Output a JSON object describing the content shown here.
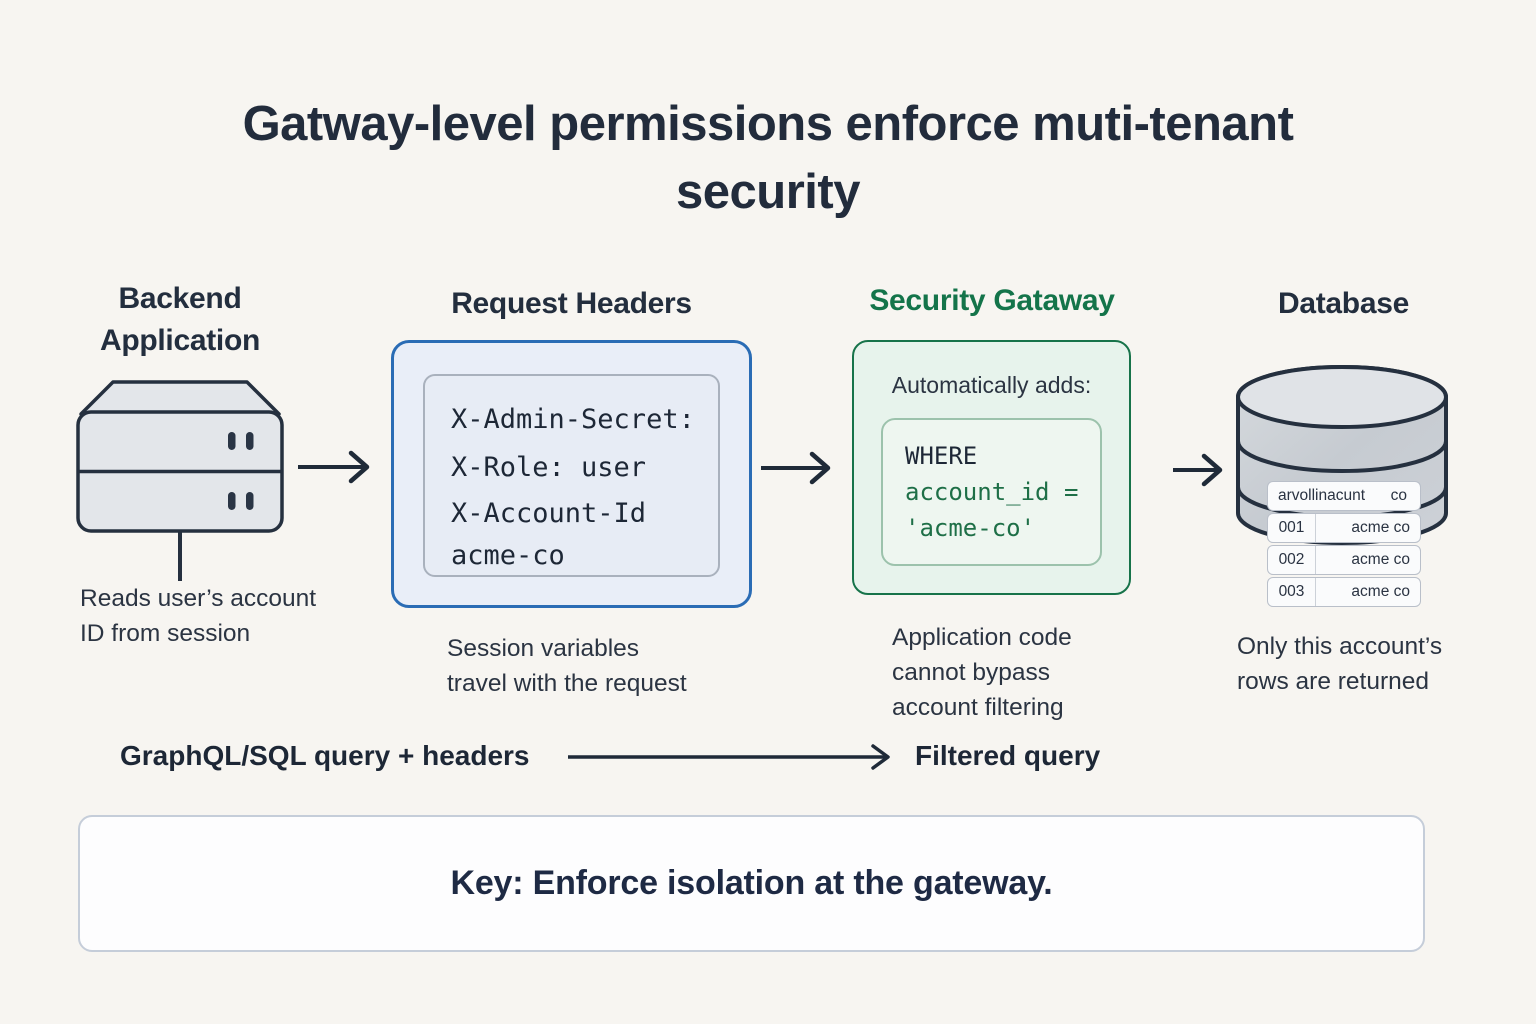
{
  "title": {
    "line1": "Gatway-level permissions enforce muti-tenant",
    "line2": "security"
  },
  "backend": {
    "heading": "Backend Application",
    "caption_lines": [
      "Reads user’s account",
      "ID from session"
    ]
  },
  "request_headers": {
    "heading": "Request Headers",
    "code_lines": [
      "X-Admin-Secret:",
      "X-Role: user",
      "X-Account-Id",
      "acme-co"
    ],
    "caption_lines": [
      "Session variables",
      "travel with the request"
    ]
  },
  "security_gateway": {
    "heading": "Security Gataway",
    "label": "Automatically adds:",
    "code_keyword": "WHERE",
    "code_green_lines": [
      "account_id =",
      "'acme-co'"
    ],
    "caption_lines": [
      "Application code",
      "cannot bypass",
      "account filtering"
    ]
  },
  "database": {
    "heading": "Database",
    "table": {
      "header": {
        "col1": "arvollinacunt",
        "col2": "co"
      },
      "rows": [
        {
          "id": "001",
          "value": "acme co"
        },
        {
          "id": "002",
          "value": "acme co"
        },
        {
          "id": "003",
          "value": "acme co"
        }
      ]
    },
    "caption_lines": [
      "Only this account’s",
      "rows are returned"
    ]
  },
  "flow": {
    "left_label": "GraphQL/SQL query + headers",
    "right_label": "Filtered query"
  },
  "key": {
    "text": "Key: Enforce isolation at the gateway."
  },
  "colors": {
    "background": "#f7f5f1",
    "dark_text": "#222c3c",
    "accent_blue": "#2a6cb5",
    "accent_green": "#17734a",
    "code_green": "#1e6f47",
    "blue_box_fill": "#e9eef8",
    "green_box_fill": "#e7f3ec"
  }
}
